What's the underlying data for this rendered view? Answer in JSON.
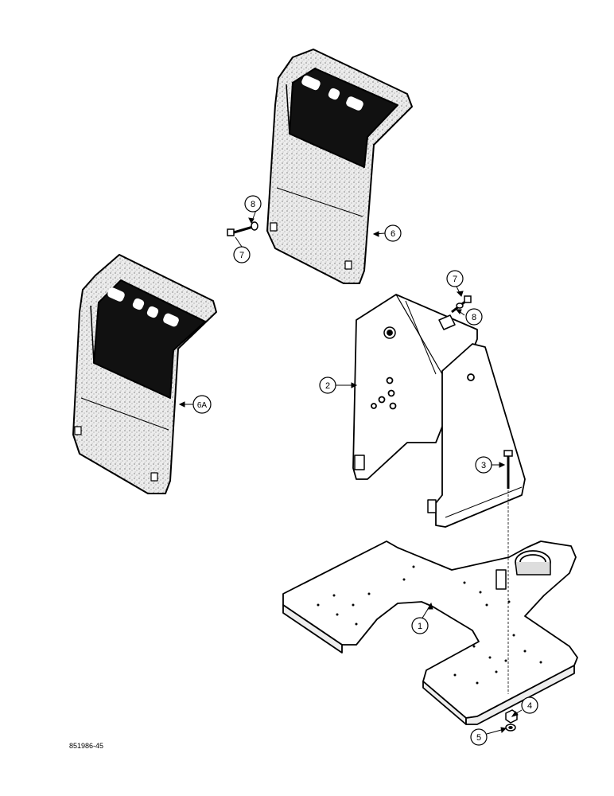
{
  "figure": {
    "id": "851986-45",
    "colors": {
      "ink": "#000000",
      "paper": "#ffffff",
      "mat_fill": "#e6e6e6",
      "mat_dark": "#111111"
    }
  },
  "parts": {
    "p1": "1",
    "p2": "2",
    "p3": "3",
    "p4": "4",
    "p5": "5",
    "p6": "6",
    "p6a": "6A",
    "p7": "7",
    "p8": "8"
  }
}
